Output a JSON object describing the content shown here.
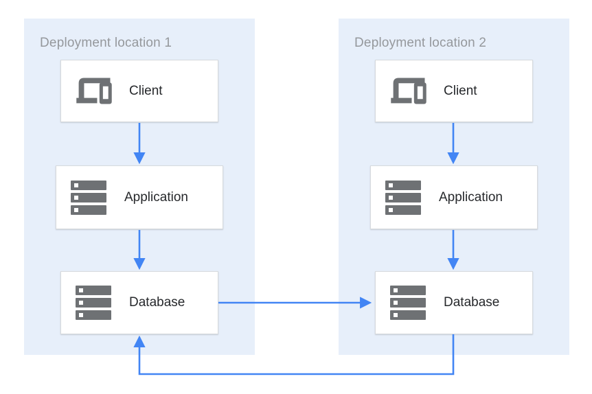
{
  "diagram": {
    "panels": [
      {
        "title": "Deployment location 1",
        "nodes": [
          {
            "label": "Client",
            "icon": "devices-icon"
          },
          {
            "label": "Application",
            "icon": "server-stack-icon"
          },
          {
            "label": "Database",
            "icon": "server-stack-icon"
          }
        ]
      },
      {
        "title": "Deployment location 2",
        "nodes": [
          {
            "label": "Client",
            "icon": "devices-icon"
          },
          {
            "label": "Application",
            "icon": "server-stack-icon"
          },
          {
            "label": "Database",
            "icon": "server-stack-icon"
          }
        ]
      }
    ],
    "edges": [
      {
        "from": "client-1",
        "to": "application-1",
        "type": "straight-arrow"
      },
      {
        "from": "application-1",
        "to": "database-1",
        "type": "straight-arrow"
      },
      {
        "from": "client-2",
        "to": "application-2",
        "type": "straight-arrow"
      },
      {
        "from": "application-2",
        "to": "database-2",
        "type": "straight-arrow"
      },
      {
        "from": "database-1",
        "to": "database-2",
        "type": "straight-arrow"
      },
      {
        "from": "database-2",
        "to": "database-1",
        "type": "elbow-arrow"
      }
    ],
    "colors": {
      "panel_bg": "#e7effa",
      "arrow_blue": "#4285f4",
      "icon_gray": "#6e7174",
      "box_border": "#d7dadd",
      "heading_gray": "#95989c",
      "label_dark": "#26282b"
    }
  }
}
